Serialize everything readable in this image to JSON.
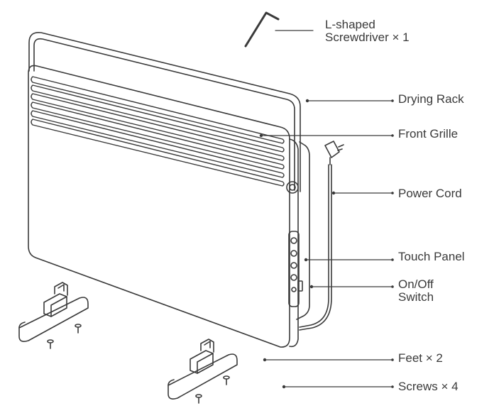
{
  "callouts": {
    "screwdriver": {
      "line1": "L-shaped",
      "line2": "Screwdriver × 1"
    },
    "drying_rack": "Drying Rack",
    "front_grille": "Front Grille",
    "power_cord": "Power Cord",
    "touch_panel": "Touch Panel",
    "onoff_switch": {
      "line1": "On/Off",
      "line2": "Switch"
    },
    "feet": "Feet × 2",
    "screws": "Screws × 4"
  },
  "colors": {
    "stroke": "#3a3a3a",
    "text": "#3a3a3a",
    "background": "#ffffff"
  }
}
